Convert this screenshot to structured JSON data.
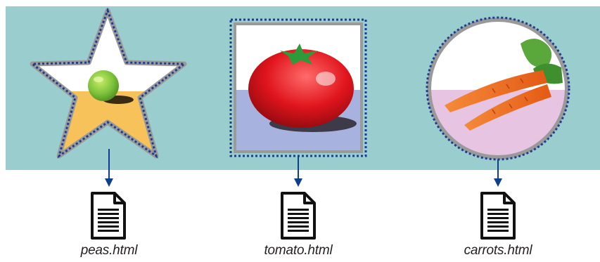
{
  "image_map": {
    "hotspots": [
      {
        "shape": "star",
        "image": "peas",
        "link": "peas.html"
      },
      {
        "shape": "rect",
        "image": "tomato",
        "link": "tomato.html"
      },
      {
        "shape": "circle",
        "image": "carrots",
        "link": "carrots.html"
      }
    ]
  },
  "colors": {
    "band": "#9acdcd",
    "outline": "#1f3d8f",
    "arrow": "#0d3f8c",
    "document_icon": "#111111"
  }
}
